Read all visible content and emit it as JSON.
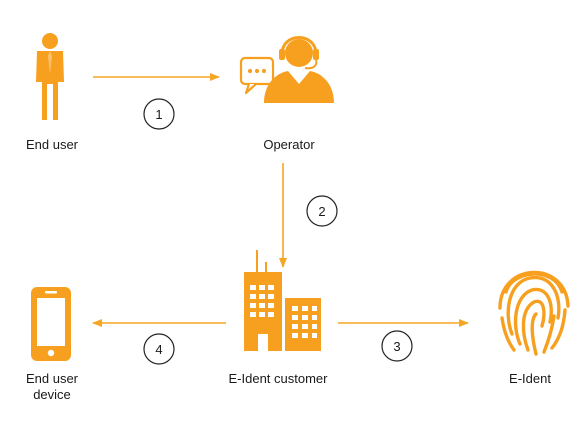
{
  "colors": {
    "accent": "#f7a01f",
    "line": "#f5a623",
    "text": "#1a1a1a",
    "circle": "#222222"
  },
  "nodes": {
    "end_user": {
      "label": "End user",
      "icon": "person-icon"
    },
    "operator": {
      "label": "Operator",
      "icon": "call-center-operator-icon"
    },
    "end_user_device": {
      "label_line1": "End user",
      "label_line2": "device",
      "icon": "smartphone-icon"
    },
    "eident_customer": {
      "label": "E-Ident customer",
      "icon": "office-buildings-icon"
    },
    "eident": {
      "label": "E-Ident",
      "icon": "fingerprint-icon"
    }
  },
  "steps": [
    {
      "number": "1"
    },
    {
      "number": "2"
    },
    {
      "number": "3"
    },
    {
      "number": "4"
    }
  ]
}
